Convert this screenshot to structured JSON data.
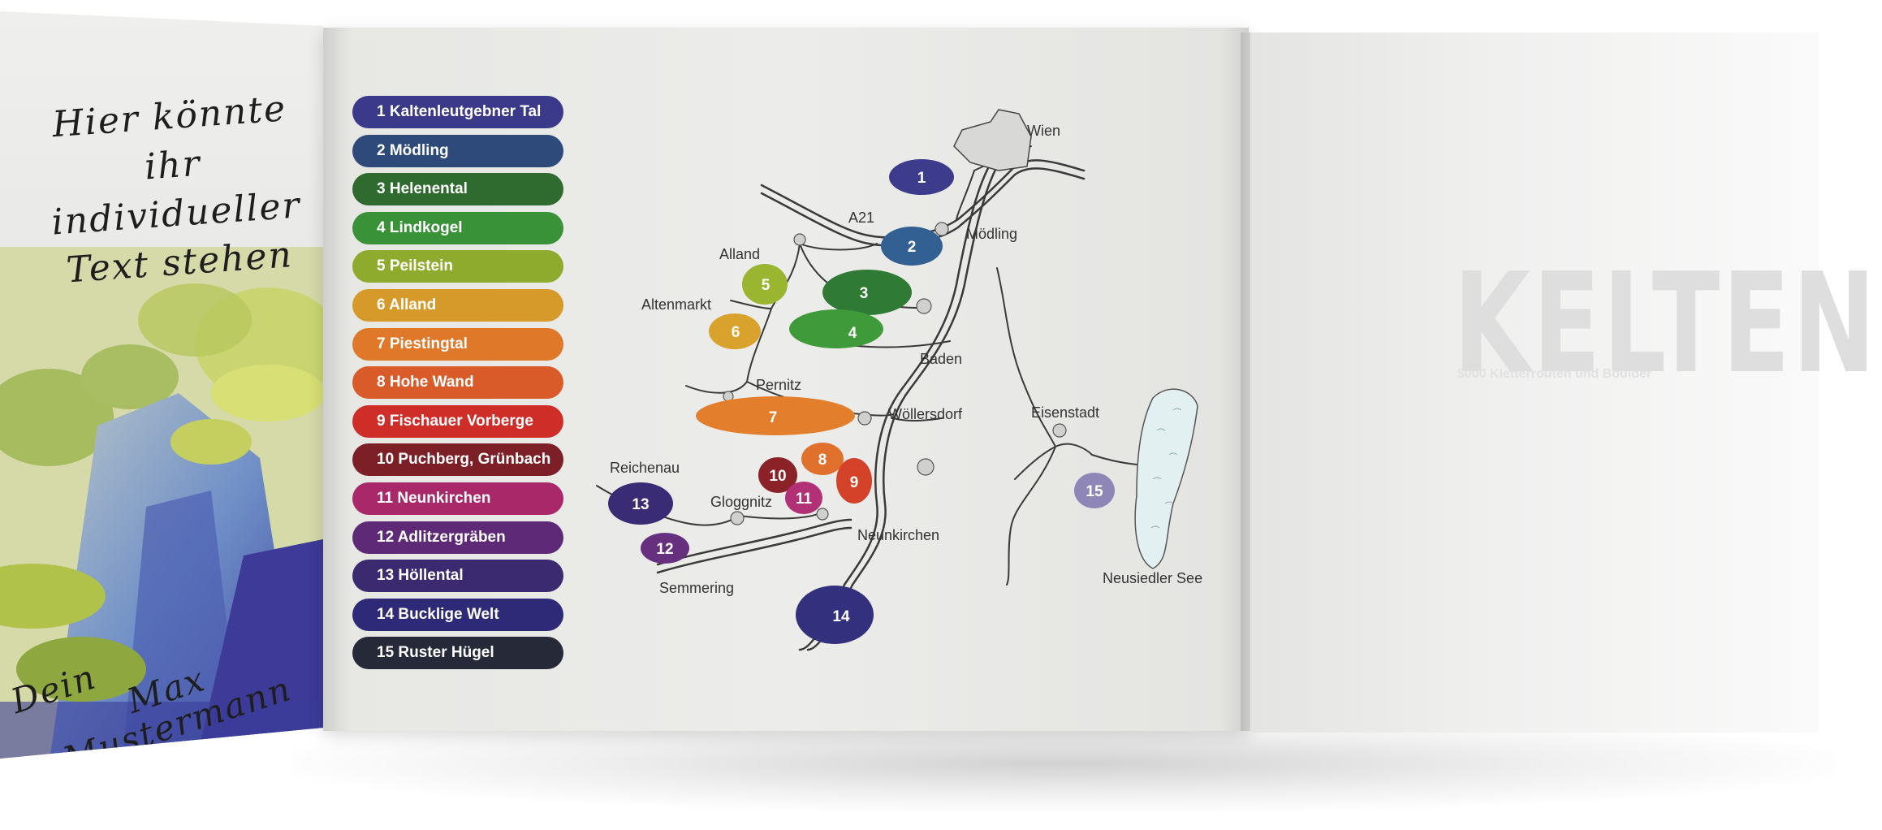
{
  "cover": {
    "handwritten_text": [
      "Hier könnte",
      "ihr individueller",
      "Text stehen"
    ],
    "signature": [
      "Dein",
      "Max Mustermann"
    ]
  },
  "back": {
    "title": "KELTEN",
    "subtitle": "5000 Kletterrouten und Boulder"
  },
  "legend": [
    {
      "n": "1",
      "label": "1 Kaltenleutgebner Tal",
      "color": "#3b3a8a"
    },
    {
      "n": "2",
      "label": "2 Mödling",
      "color": "#2e4a7b"
    },
    {
      "n": "3",
      "label": "3 Helenental",
      "color": "#2f6b2f"
    },
    {
      "n": "4",
      "label": "4 Lindkogel",
      "color": "#3a9238"
    },
    {
      "n": "5",
      "label": "5 Peilstein",
      "color": "#8fab2d"
    },
    {
      "n": "6",
      "label": "6 Alland",
      "color": "#d69a2a"
    },
    {
      "n": "7",
      "label": "7 Piestingtal",
      "color": "#e0782a"
    },
    {
      "n": "8",
      "label": "8 Hohe Wand",
      "color": "#d95b2a"
    },
    {
      "n": "9",
      "label": "9 Fischauer Vorberge",
      "color": "#cf2e28"
    },
    {
      "n": "10",
      "label": "10 Puchberg, Grünbach",
      "color": "#7c1f26"
    },
    {
      "n": "11",
      "label": "11 Neunkirchen",
      "color": "#a8286a"
    },
    {
      "n": "12",
      "label": "12 Adlitzergräben",
      "color": "#5e2a78"
    },
    {
      "n": "13",
      "label": "13 Höllental",
      "color": "#3b2a70"
    },
    {
      "n": "14",
      "label": "14 Bucklige Welt",
      "color": "#2e2a78"
    },
    {
      "n": "15",
      "label": "15 Ruster Hügel",
      "color": "#262a38"
    }
  ],
  "map": {
    "places": [
      "Wien",
      "A21",
      "Mödling",
      "Alland",
      "Altenmarkt",
      "Baden",
      "Pernitz",
      "Wöllersdorf",
      "Eisenstadt",
      "Reichenau",
      "Gloggnitz",
      "Neunkirchen",
      "Semmering",
      "Neusiedler See"
    ],
    "areas": [
      {
        "n": "1",
        "color": "#3d3b8c"
      },
      {
        "n": "2",
        "color": "#336092"
      },
      {
        "n": "3",
        "color": "#2f7a35"
      },
      {
        "n": "4",
        "color": "#3f9a3a"
      },
      {
        "n": "5",
        "color": "#9ab52f"
      },
      {
        "n": "6",
        "color": "#d9a22d"
      },
      {
        "n": "7",
        "color": "#e27e2c"
      },
      {
        "n": "8",
        "color": "#e0712c"
      },
      {
        "n": "9",
        "color": "#d4422a"
      },
      {
        "n": "10",
        "color": "#8a2227"
      },
      {
        "n": "11",
        "color": "#b23075"
      },
      {
        "n": "12",
        "color": "#66307f"
      },
      {
        "n": "13",
        "color": "#3a2c74"
      },
      {
        "n": "14",
        "color": "#33307e"
      },
      {
        "n": "15",
        "color": "#8d86b6"
      }
    ]
  }
}
